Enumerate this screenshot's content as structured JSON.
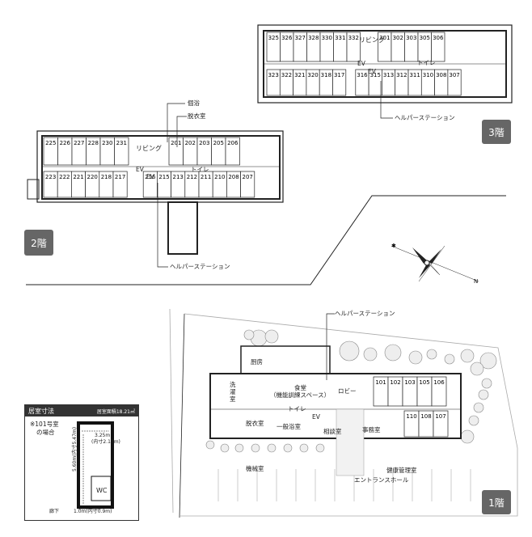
{
  "floors": {
    "f3": {
      "badge": "3階",
      "rooms_top": [
        "325",
        "326",
        "327",
        "328",
        "330",
        "331",
        "332",
        "301",
        "302",
        "303",
        "305",
        "306"
      ],
      "rooms_bottom": [
        "323",
        "322",
        "321",
        "320",
        "318",
        "317",
        "316",
        "315",
        "313",
        "312",
        "311",
        "310",
        "308",
        "307"
      ],
      "living": "リビング",
      "toilet": "トイレ",
      "ev1": "EV",
      "ev2": "EV",
      "helper": "ヘルパーステーション"
    },
    "f2": {
      "badge": "2階",
      "rooms_top": [
        "225",
        "226",
        "227",
        "228",
        "230",
        "231",
        "201",
        "202",
        "203",
        "205",
        "206"
      ],
      "rooms_bottom": [
        "223",
        "222",
        "221",
        "220",
        "218",
        "217",
        "216",
        "215",
        "213",
        "212",
        "211",
        "210",
        "208",
        "207"
      ],
      "living": "リビング",
      "toilet": "トイレ",
      "ev1": "EV",
      "ev2": "EV",
      "bath": "個浴",
      "dressing": "脱衣室",
      "helper": "ヘルパーステーション"
    },
    "f1": {
      "badge": "1階",
      "helper": "ヘルパーステーション",
      "kitchen": "厨房",
      "dining": "食堂",
      "dining_sub": "（機能訓練スペース）",
      "lobby": "ロビー",
      "laundry1": "洗",
      "laundry2": "濯",
      "laundry3": "室",
      "toilet": "トイレ",
      "ev": "EV",
      "dressing": "脱衣室",
      "general_bath": "一般浴室",
      "consult": "相談室",
      "office": "事務室",
      "machine": "機械室",
      "health": "健康管理室",
      "entrance": "エントランスホール",
      "rooms_top": [
        "101",
        "102",
        "103",
        "105",
        "106"
      ],
      "rooms_bottom": [
        "110",
        "108",
        "107"
      ]
    }
  },
  "inset": {
    "title": "居室寸法",
    "area": "居室面積18.21㎡",
    "note1": "※101号室",
    "note2": "の場合",
    "dim_w": "3.25m",
    "dim_w_in": "(内寸2.13m)",
    "dim_h": "5.60m(内寸5.47m)",
    "wc": "WC",
    "corridor": "廊下",
    "door": "1.0m(内寸0.9m)"
  },
  "compass": {
    "n": "N"
  },
  "colors": {
    "badge": "#666666",
    "line": "#222222"
  }
}
